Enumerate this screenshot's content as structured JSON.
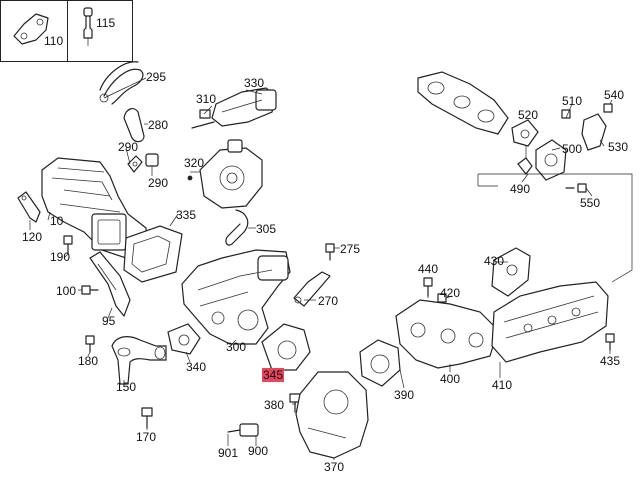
{
  "legend_parts": [
    "110",
    "115"
  ],
  "callouts": {
    "c295": "295",
    "c330": "330",
    "c310": "310",
    "c280": "280",
    "c290a": "290",
    "c290b": "290",
    "c320": "320",
    "c10": "10",
    "c335": "335",
    "c305": "305",
    "c120": "120",
    "c190": "190",
    "c275": "275",
    "c270": "270",
    "c100": "100",
    "c95": "95",
    "c180": "180",
    "c340": "340",
    "c300": "300",
    "c345": "345",
    "c150": "150",
    "c380": "380",
    "c170": "170",
    "c901": "901",
    "c900": "900",
    "c370": "370",
    "c540": "540",
    "c510": "510",
    "c520": "520",
    "c500": "500",
    "c530": "530",
    "c490": "490",
    "c550": "550",
    "c430": "430",
    "c440": "440",
    "c420": "420",
    "c390": "390",
    "c400": "400",
    "c410": "410",
    "c435": "435",
    "c110": "110",
    "c115": "115"
  },
  "highlight": "345"
}
